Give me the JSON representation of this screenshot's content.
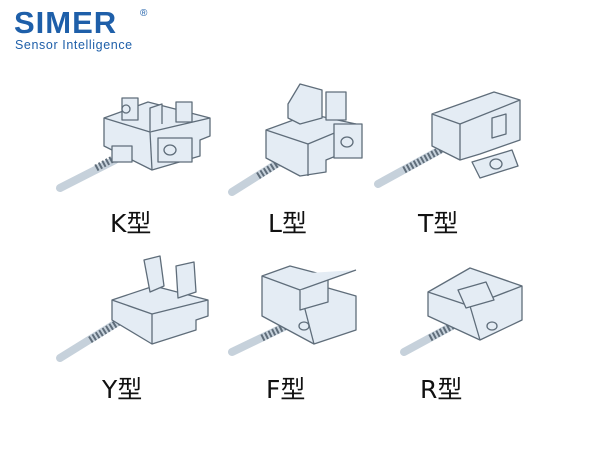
{
  "brand": {
    "name": "SIMER",
    "registered_mark": "®",
    "tagline": "Sensor Intelligence",
    "color": "#1e5fa9"
  },
  "sensors": [
    {
      "id": "k",
      "label": "K型"
    },
    {
      "id": "l",
      "label": "L型"
    },
    {
      "id": "t",
      "label": "T型"
    },
    {
      "id": "y",
      "label": "Y型"
    },
    {
      "id": "f",
      "label": "F型"
    },
    {
      "id": "r",
      "label": "R型"
    }
  ],
  "colors": {
    "body_fill": "#e4ecf4",
    "outline": "#5f6d7a",
    "cable": "#c6d1db"
  }
}
